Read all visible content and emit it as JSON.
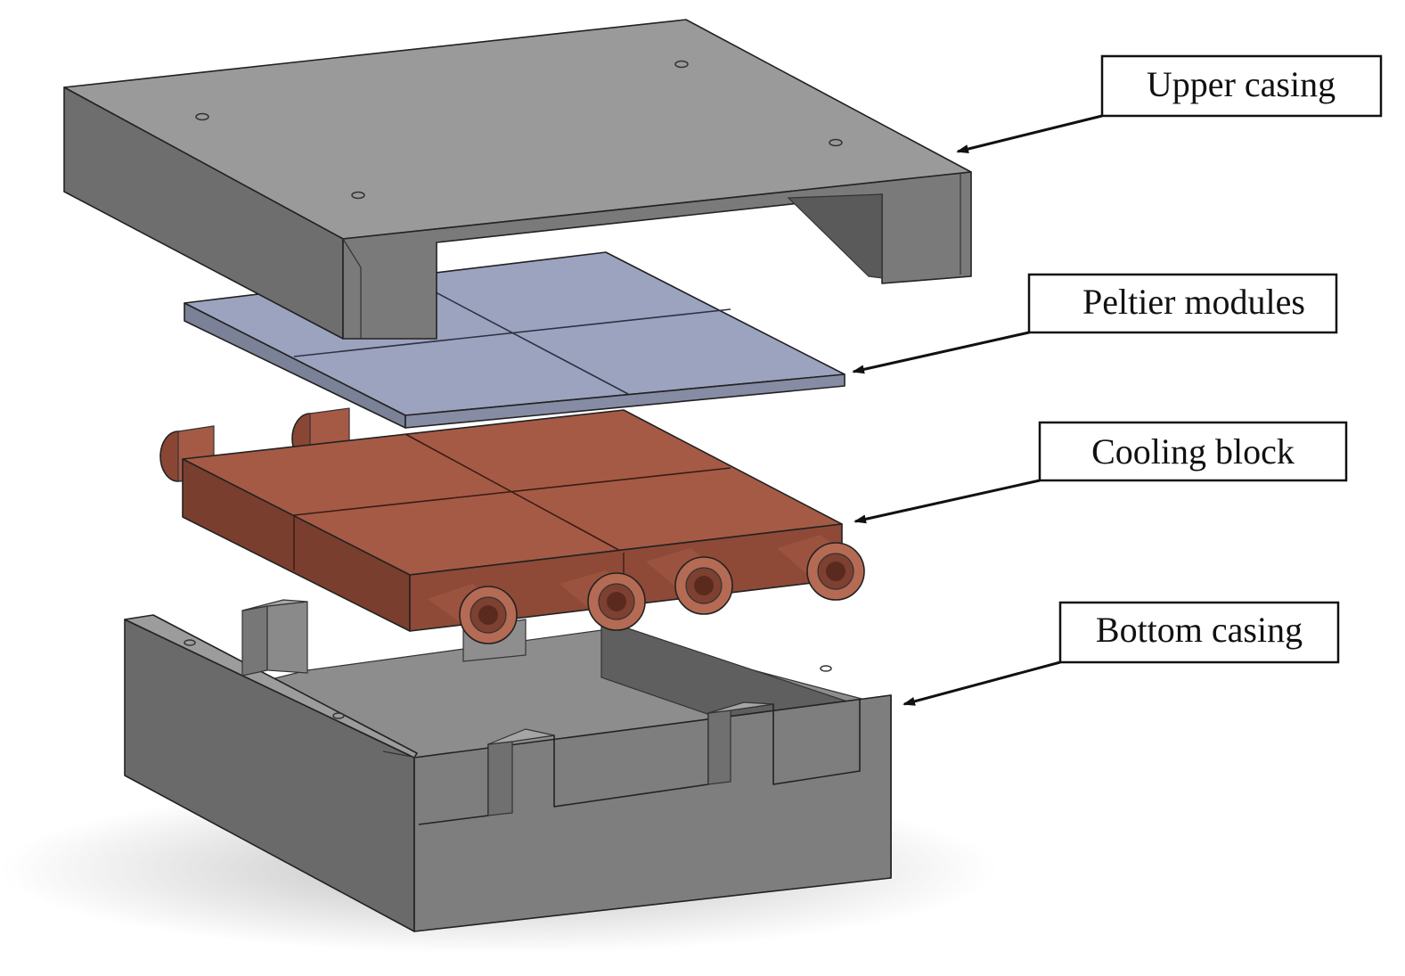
{
  "labels": {
    "upper_casing": "Upper casing",
    "peltier_modules": "Peltier modules",
    "cooling_block": "Cooling block",
    "bottom_casing": "Bottom casing"
  },
  "colors": {
    "casing_top": "#9a9a9a",
    "casing_side": "#6e6e6e",
    "casing_dark": "#505050",
    "peltier_top": "#9ca3bf",
    "peltier_side": "#7b8196",
    "copper_top": "#a55a45",
    "copper_side": "#7a3e2e",
    "shadow": "#bfbfbf"
  }
}
